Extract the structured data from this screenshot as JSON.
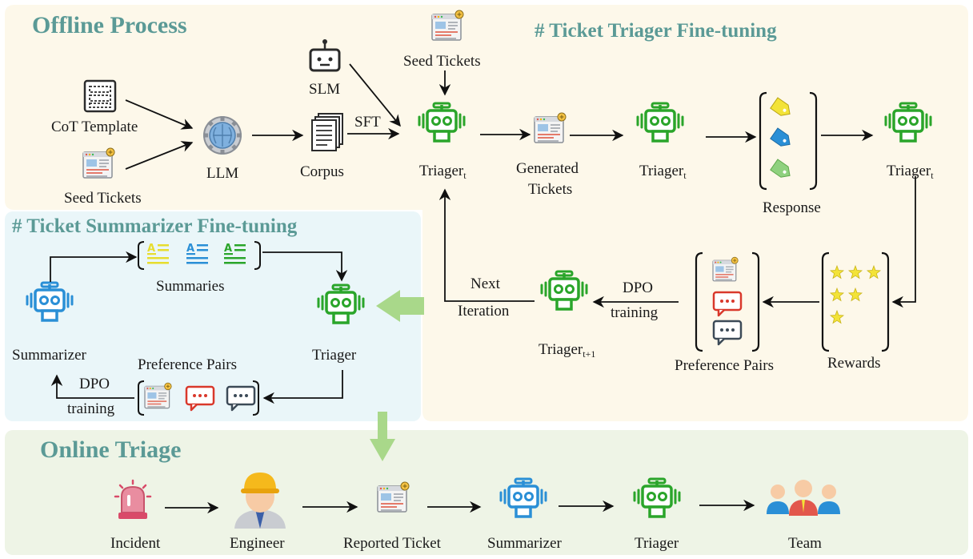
{
  "sections": {
    "offline": "Offline Process",
    "triager_ft": "# Ticket Triager Fine-tuning",
    "summarizer_ft": "# Ticket Summarizer Fine-tuning",
    "online": "Online Triage"
  },
  "offline": {
    "cot_template": "CoT Template",
    "seed_tickets_left": "Seed Tickets",
    "slm": "SLM",
    "llm": "LLM",
    "corpus": "Corpus",
    "sft": "SFT",
    "seed_tickets_top": "Seed Tickets"
  },
  "triager_loop": {
    "triager": "Triager",
    "sub_t": "t",
    "sub_t1": "t+1",
    "generated_tickets_1": "Generated",
    "generated_tickets_2": "Tickets",
    "response": "Response",
    "rewards": "Rewards",
    "preference_pairs": "Preference Pairs",
    "dpo": "DPO",
    "training": "training",
    "next": "Next",
    "iteration": "Iteration"
  },
  "summarizer_loop": {
    "summaries": "Summaries",
    "summarizer": "Summarizer",
    "triager": "Triager",
    "preference_pairs": "Preference Pairs",
    "dpo": "DPO",
    "training": "training"
  },
  "online": {
    "incident": "Incident",
    "engineer": "Engineer",
    "reported_ticket": "Reported Ticket",
    "summarizer": "Summarizer",
    "triager": "Triager",
    "team": "Team"
  },
  "colors": {
    "offline_bg": "#fdf8ea",
    "summarizer_bg": "#eaf6f9",
    "online_bg": "#eef4e6",
    "triager": "#2aa52a",
    "summarizer": "#2a8fd6",
    "title": "#5b9a96",
    "big_arrow": "#a9d88a"
  }
}
